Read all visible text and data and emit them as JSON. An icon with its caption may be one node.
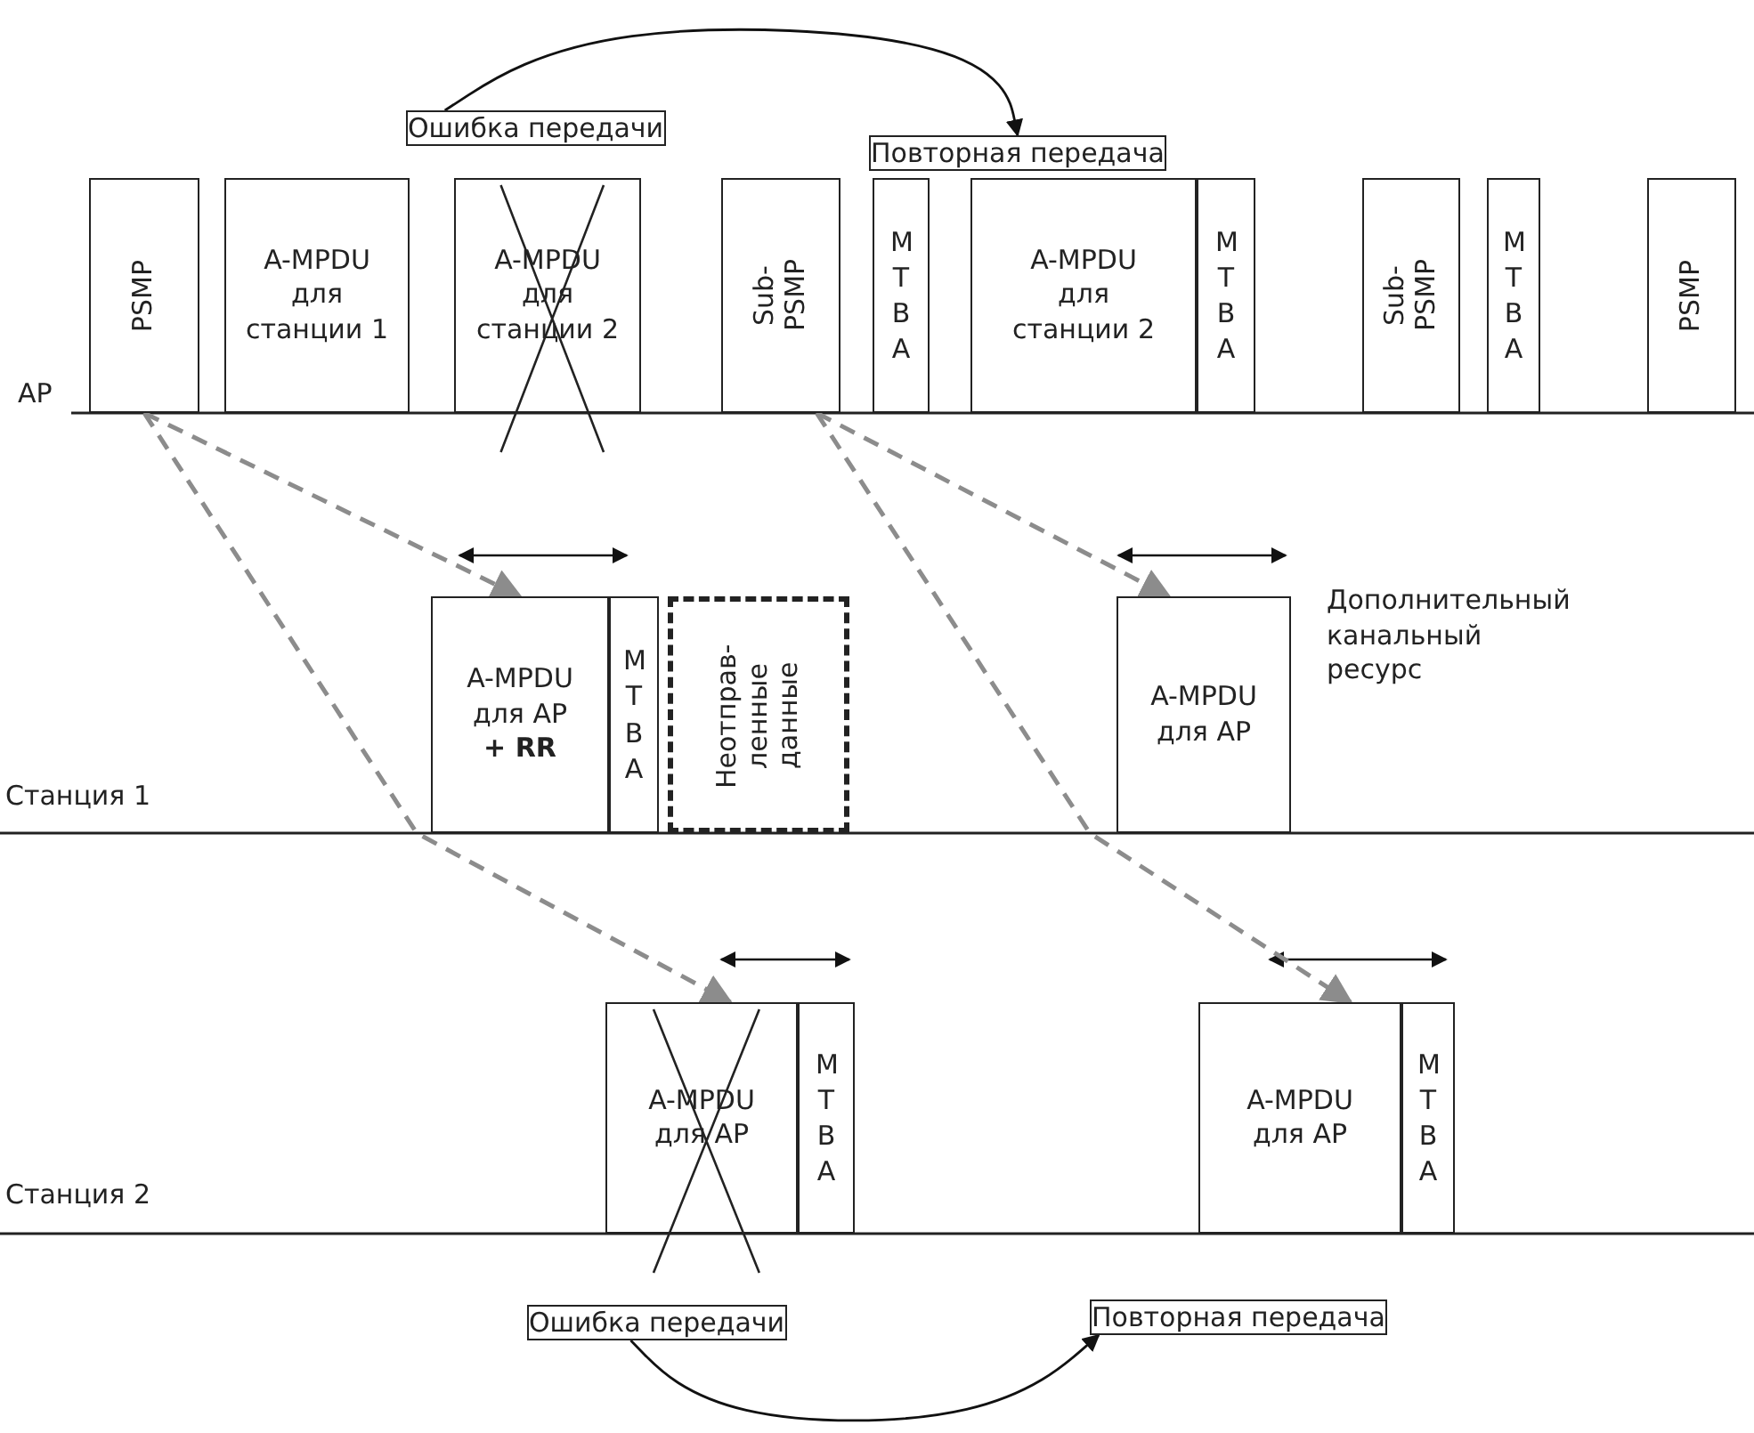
{
  "diagram": {
    "nodes": [
      {
        "text": [
          "PSMP"
        ]
      },
      {
        "text": [
          "A-MPDU для станции 1"
        ]
      },
      {
        "text": [
          "A-MPDU для станции 2"
        ]
      },
      {
        "text": [
          "Sub- PSMP"
        ]
      },
      {
        "text": [
          "MTBA"
        ]
      },
      {
        "text": [
          "A-MPDU для станции 2"
        ]
      },
      {
        "text": [
          "MTBA"
        ]
      },
      {
        "text": [
          "Sub- PSMP"
        ]
      },
      {
        "text": [
          "MTBA"
        ]
      },
      {
        "text": [
          "PSMP"
        ]
      },
      {
        "text": [
          "A-MPDU для AP **+ RR**"
        ]
      },
      {
        "text": [
          "MTBA"
        ]
      },
      {
        "text": [
          "Неотправ- ленные данные"
        ]
      },
      {
        "text": [
          "A-MPDU для AP"
        ]
      },
      {
        "text": [
          "A-MPDU для AP"
        ]
      },
      {
        "text": [
          "MTBA"
        ]
      },
      {
        "text": [
          "A-MPDU для AP"
        ]
      },
      {
        "text": [
          "MTBA"
        ]
      },
      {
        "text": [
          "Ошибка передачи"
        ]
      },
      {
        "text": [
          "Повторная передача"
        ]
      },
      {
        "text": [
          "Ошибка передачи"
        ]
      },
      {
        "text": [
          "Повторная передача"
        ]
      }
    ],
    "edges": [
      {
        "from": 0,
        "to": 10,
        "arrow": "to",
        "style": "dashed",
        "color": "#8c8c8c"
      },
      {
        "from": 0,
        "to": 14,
        "arrow": "to",
        "style": "dashed",
        "color": "#8c8c8c"
      },
      {
        "from": 3,
        "to": 13,
        "arrow": "to",
        "style": "dashed",
        "color": "#8c8c8c"
      },
      {
        "from": 3,
        "to": 16,
        "arrow": "to",
        "style": "dashed",
        "color": "#8c8c8c"
      },
      {
        "from": 18,
        "to": 19,
        "arrow": "to",
        "color": "#111111"
      },
      {
        "from": 20,
        "to": 21,
        "arrow": "to",
        "color": "#111111"
      }
    ],
    "labels": [
      "AP",
      "Дополнительный канальный ресурс",
      "Станция 1",
      "Станция 2"
    ]
  }
}
